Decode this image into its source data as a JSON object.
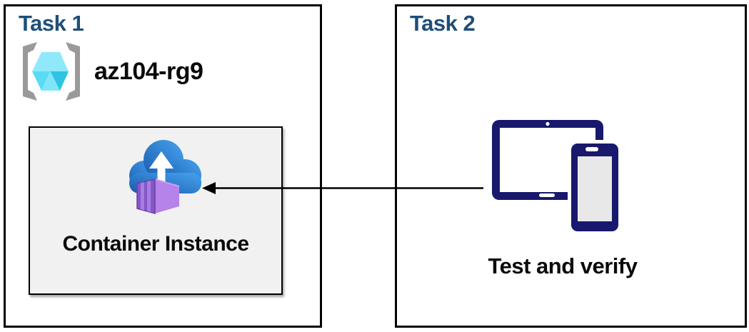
{
  "task1": {
    "title": "Task 1",
    "resource_group": {
      "name": "az104-rg9",
      "icon": "resource-group-icon"
    },
    "container_instance": {
      "label": "Container Instance",
      "icon": "container-instances-icon"
    }
  },
  "task2": {
    "title": "Task 2",
    "devices": {
      "label": "Test and verify",
      "icon": "devices-icon"
    }
  },
  "arrow": {
    "direction": "right-to-left"
  },
  "palette": {
    "title_blue": "#1F4E79",
    "label_black": "#0A0A0A",
    "border_black": "#000000",
    "box_bg": "#F1F1F1",
    "device_navy": "#18186C",
    "phone_screen": "#E8E8E8",
    "bracket_gray": "#9A9A9A",
    "cube_top": "#8FE9FB",
    "cube_left": "#5ADBF4",
    "cube_bottom": "#7FE6F8",
    "cube_right": "#2EC3E3",
    "cloud_blue_light": "#46A3EE",
    "cloud_blue_dark": "#1A5BB0",
    "container_front": "#8557C6",
    "container_side": "#B583EA",
    "container_stripe": "#A77EE3"
  }
}
